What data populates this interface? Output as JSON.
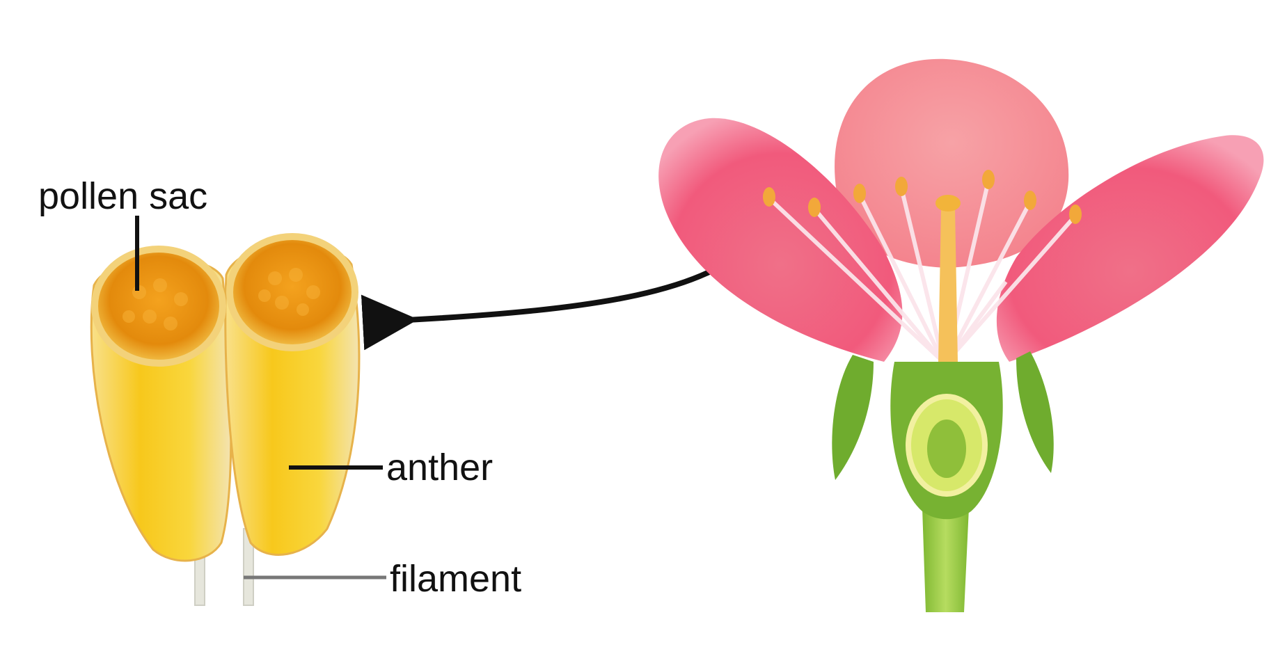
{
  "diagram": {
    "labels": {
      "pollen_sac": "pollen sac",
      "anther": "anther",
      "filament": "filament"
    }
  },
  "colors": {
    "petal": "#f0587a",
    "petal_light": "#f79ab0",
    "anther_yellow": "#f6c21a",
    "pollen_orange": "#e8900e",
    "sepal_green": "#6aa82c",
    "stem_green": "#8cc43a",
    "leader_line": "#111111"
  }
}
